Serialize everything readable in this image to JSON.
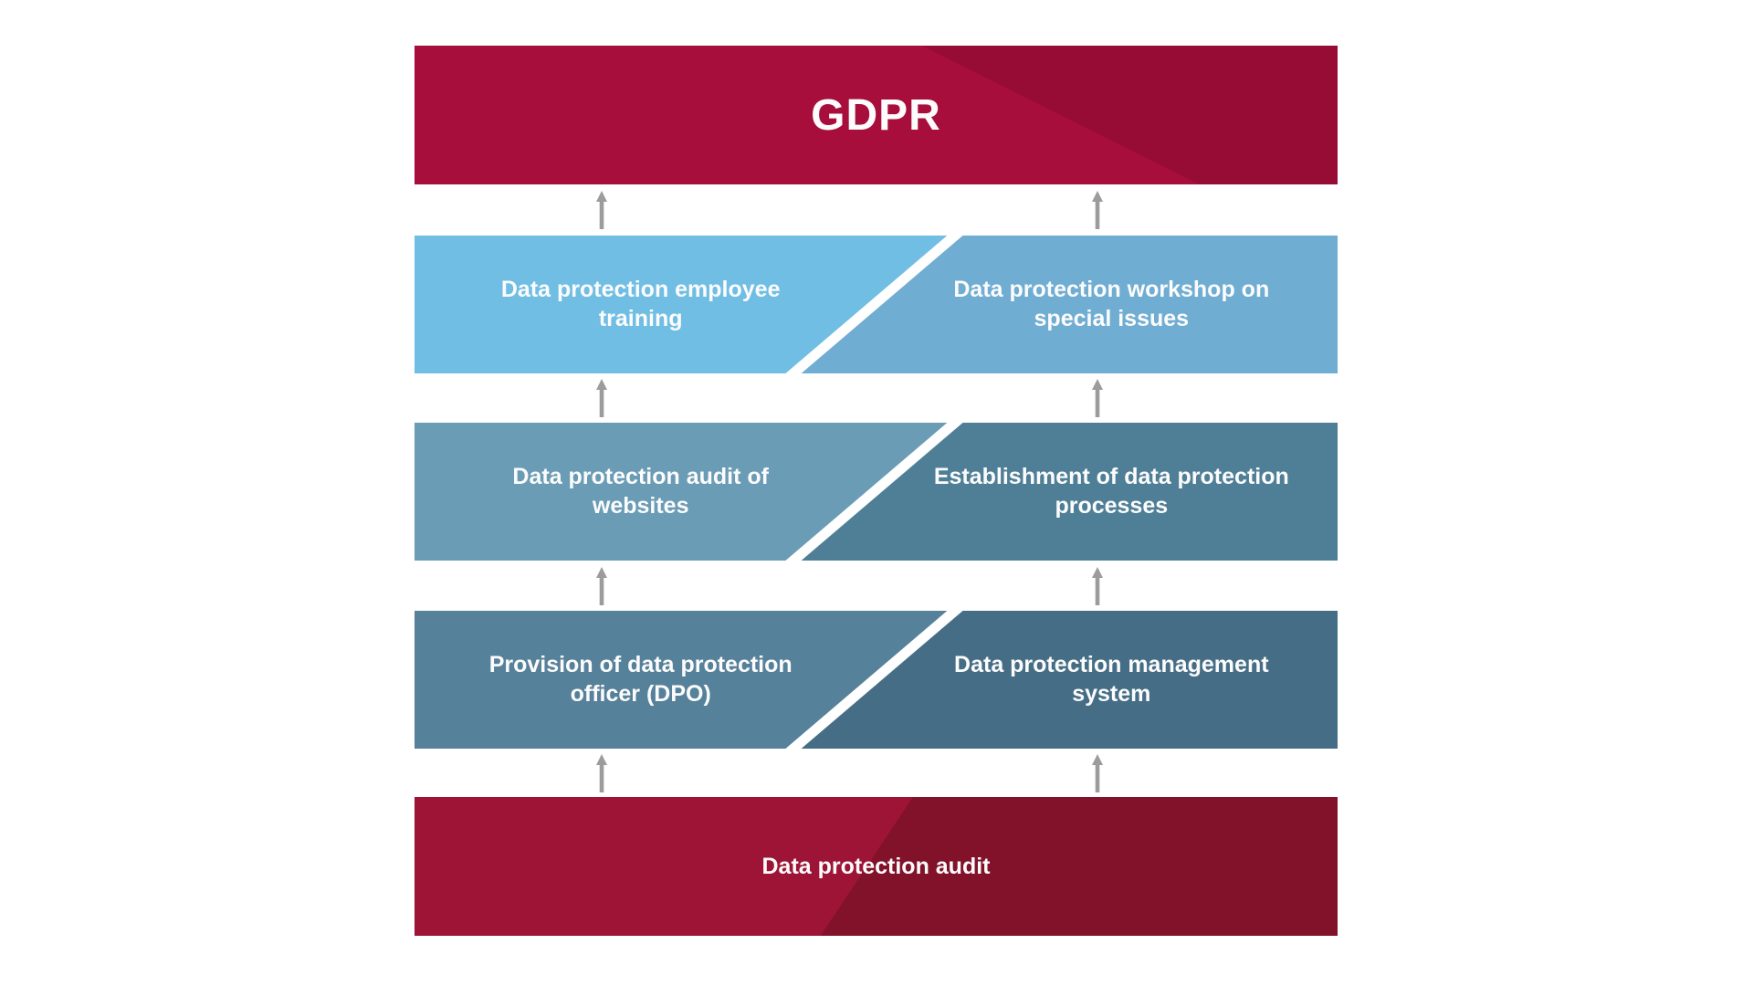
{
  "top_banner": {
    "label": "GDPR"
  },
  "levels": [
    {
      "left": {
        "label": "Data protection employee training"
      },
      "right": {
        "label": "Data protection workshop on special issues"
      }
    },
    {
      "left": {
        "label": "Data protection audit of websites"
      },
      "right": {
        "label": "Establishment of data protection processes"
      }
    },
    {
      "left": {
        "label": "Provision of data protection officer (DPO)"
      },
      "right": {
        "label": "Data protection management system"
      }
    }
  ],
  "base_banner": {
    "label": "Data protection audit"
  },
  "icons": {
    "arrow": "up-arrow"
  },
  "colors": {
    "banner_top": "#A80E3B",
    "banner_top_shade": "#970C34",
    "banner_bottom": "#9D1436",
    "banner_bottom_shade": "#811229",
    "l1_left": "#71BEE4",
    "l1_right": "#70ADD2",
    "l2_left": "#6A9CB6",
    "l2_right": "#4F7F97",
    "l3_left": "#56819A",
    "l3_right": "#456E86",
    "arrow": "#9C9C9C",
    "text": "#FCFCFC"
  }
}
